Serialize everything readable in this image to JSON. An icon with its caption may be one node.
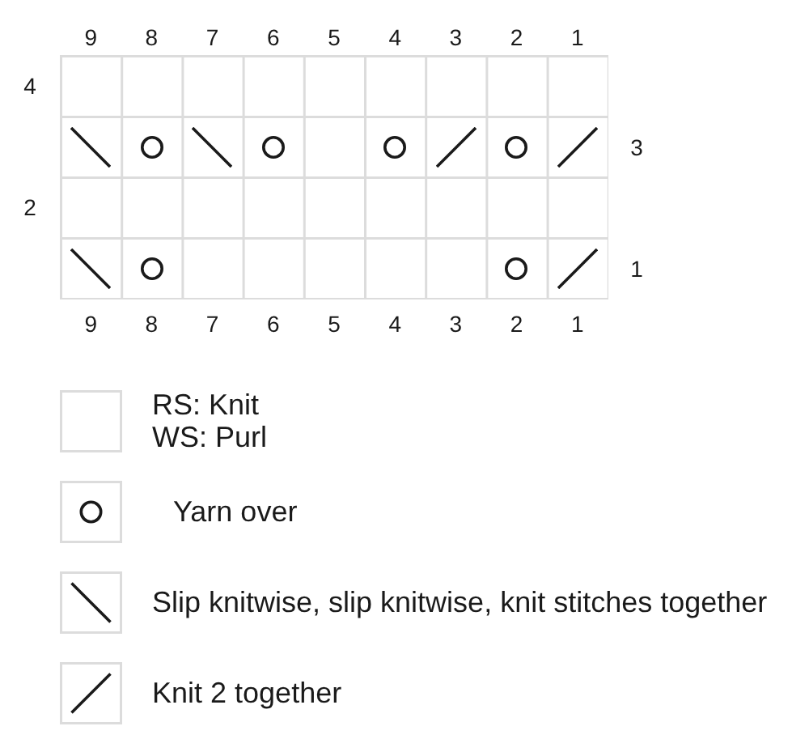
{
  "diagram": {
    "labels": [
      "9",
      "8",
      "7",
      "6",
      "5",
      "4",
      "3",
      "2",
      "1",
      "4",
      "3",
      "2",
      "1",
      "9",
      "8",
      "7",
      "6",
      "5",
      "4",
      "3",
      "2",
      "1"
    ],
    "legend": [
      {
        "text": "RS: Knit WS: Purl"
      },
      {
        "text": "Yarn over"
      },
      {
        "text": "Slip knitwise, slip knitwise, knit stitches together"
      },
      {
        "text": "Knit 2 together"
      }
    ]
  }
}
